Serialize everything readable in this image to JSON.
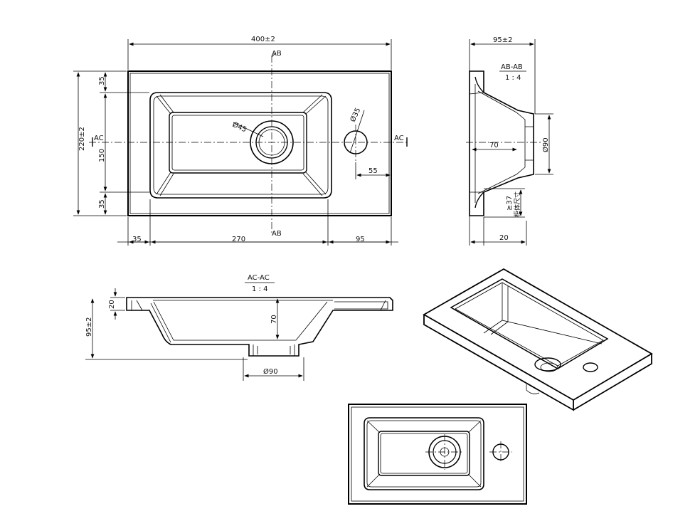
{
  "plan_view": {
    "width_total": "400±2",
    "depth_total": "220±2",
    "margin_top": "35",
    "bowl_depth": "150",
    "margin_bottom": "35",
    "margin_left": "35",
    "bowl_width": "270",
    "margin_right": "95",
    "tap_hole_offset": "55",
    "drain_diameter": "Ø45",
    "tap_hole_diameter": "Ø35",
    "section_ab_top": "AB",
    "section_ab_bottom": "AB",
    "section_ac_left": "AC",
    "section_ac_right": "AC"
  },
  "side_section": {
    "overall_width": "95±2",
    "title": "AB-AB",
    "scale": "1 : 4",
    "bowl_depth": "70",
    "drain_diameter": "Ø90",
    "rim_label": "≥37",
    "rim_note": "柜体尺寸",
    "bottom_dim": "20"
  },
  "front_section": {
    "title": "AC-AC",
    "scale": "1 : 4",
    "rim_thickness": "20",
    "overall_height": "95±2",
    "bowl_depth": "70",
    "drain_diameter": "Ø90"
  }
}
